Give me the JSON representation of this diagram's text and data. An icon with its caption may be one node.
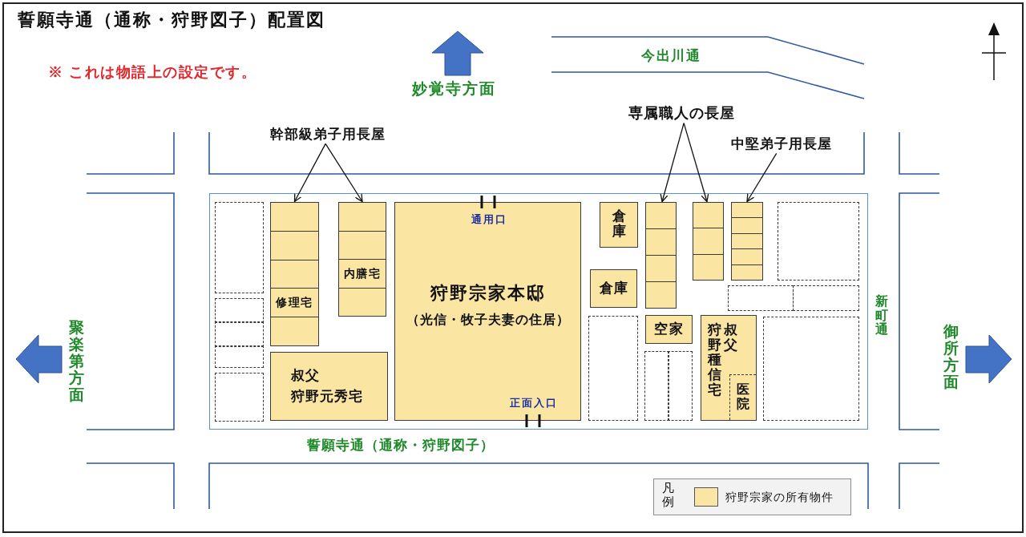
{
  "diagram": {
    "title": "誓願寺通（通称・狩野図子）配置図",
    "nodes": [
      {
        "text": [
          "幹部級弟子用長屋"
        ]
      },
      {
        "text": [
          "専属職人の長屋"
        ]
      },
      {
        "text": [
          "中堅弟子用長屋"
        ]
      },
      {
        "text": [],
        "shape": "box"
      },
      {
        "text": [],
        "shape": "box",
        "in": 3
      },
      {
        "text": [],
        "shape": "box",
        "in": 3
      },
      {
        "text": [],
        "shape": "box",
        "in": 3
      },
      {
        "text": [],
        "shape": "box",
        "in": 3
      },
      {
        "text": [],
        "shape": "box",
        "in": 3
      },
      {
        "text": [],
        "shape": "box",
        "in": 3
      },
      {
        "text": [],
        "shape": "box",
        "in": 9
      },
      {
        "text": [],
        "shape": "box",
        "in": 9
      },
      {
        "text": [],
        "shape": "box",
        "in": 9
      },
      {
        "text": [
          "修理宅"
        ],
        "in": 9
      },
      {
        "text": [],
        "shape": "box",
        "in": 9
      },
      {
        "text": [],
        "shape": "box",
        "in": 3
      },
      {
        "text": [],
        "shape": "box",
        "in": 15
      },
      {
        "text": [],
        "shape": "box",
        "in": 15
      },
      {
        "text": [
          "内膳宅"
        ],
        "in": 15
      },
      {
        "text": [],
        "shape": "box",
        "in": 15
      },
      {
        "text": [
          "叔父",
          "狩野元秀宅"
        ],
        "in": 3
      },
      {
        "text": [
          "狩野宗家本邸",
          "（光信・牧子夫妻の住居）"
        ],
        "in": 3
      },
      {
        "text": [
          "倉庫"
        ],
        "in": 3
      },
      {
        "text": [
          "倉庫"
        ],
        "in": 3
      },
      {
        "text": [],
        "shape": "box",
        "in": 3
      },
      {
        "text": [],
        "shape": "box",
        "in": 3
      },
      {
        "text": [],
        "shape": "box",
        "in": 25
      },
      {
        "text": [],
        "shape": "box",
        "in": 25
      },
      {
        "text": [],
        "shape": "box",
        "in": 25
      },
      {
        "text": [],
        "shape": "box",
        "in": 25
      },
      {
        "text": [
          "空家"
        ],
        "in": 3
      },
      {
        "text": [],
        "shape": "box",
        "in": 3
      },
      {
        "text": [],
        "shape": "box",
        "in": 3
      },
      {
        "text": [],
        "shape": "box",
        "in": 3
      },
      {
        "text": [],
        "shape": "box",
        "in": 33
      },
      {
        "text": [],
        "shape": "box",
        "in": 33
      },
      {
        "text": [],
        "shape": "box",
        "in": 33
      },
      {
        "text": [
          "狩野種信宅",
          "叔父"
        ],
        "in": 3
      },
      {
        "text": [
          "医院"
        ],
        "in": 37
      },
      {
        "text": [],
        "shape": "box",
        "in": 3
      },
      {
        "text": [],
        "shape": "box",
        "in": 39
      },
      {
        "text": [],
        "shape": "box",
        "in": 39
      },
      {
        "text": [],
        "shape": "box",
        "in": 39
      },
      {
        "text": [],
        "shape": "box",
        "in": 39
      },
      {
        "text": [],
        "shape": "box",
        "in": 39
      },
      {
        "text": [],
        "shape": "box",
        "in": 3
      },
      {
        "text": [],
        "shape": "box",
        "in": 3
      },
      {
        "text": [],
        "shape": "box",
        "in": 3
      },
      {
        "text": [],
        "shape": "box",
        "in": 3
      }
    ],
    "edges": [
      {
        "from": 0,
        "to": 9,
        "arrow": "to"
      },
      {
        "from": 0,
        "to": 15,
        "arrow": "to"
      },
      {
        "from": 1,
        "to": 25,
        "arrow": "to"
      },
      {
        "from": 1,
        "to": 33,
        "arrow": "to"
      },
      {
        "from": 2,
        "to": 39,
        "arrow": "to"
      }
    ],
    "labels": [
      "※ これは物語上の設定です。",
      "妙覚寺方面",
      "今出川通",
      "通用口",
      "新町通",
      "聚楽第方面",
      "御所方面",
      "正面入口",
      "誓願寺通（通称・狩野図子）",
      "凡例"
    ],
    "legend": [
      {
        "text": "狩野宗家の所有物件",
        "color": "#fbe5a2"
      }
    ]
  }
}
